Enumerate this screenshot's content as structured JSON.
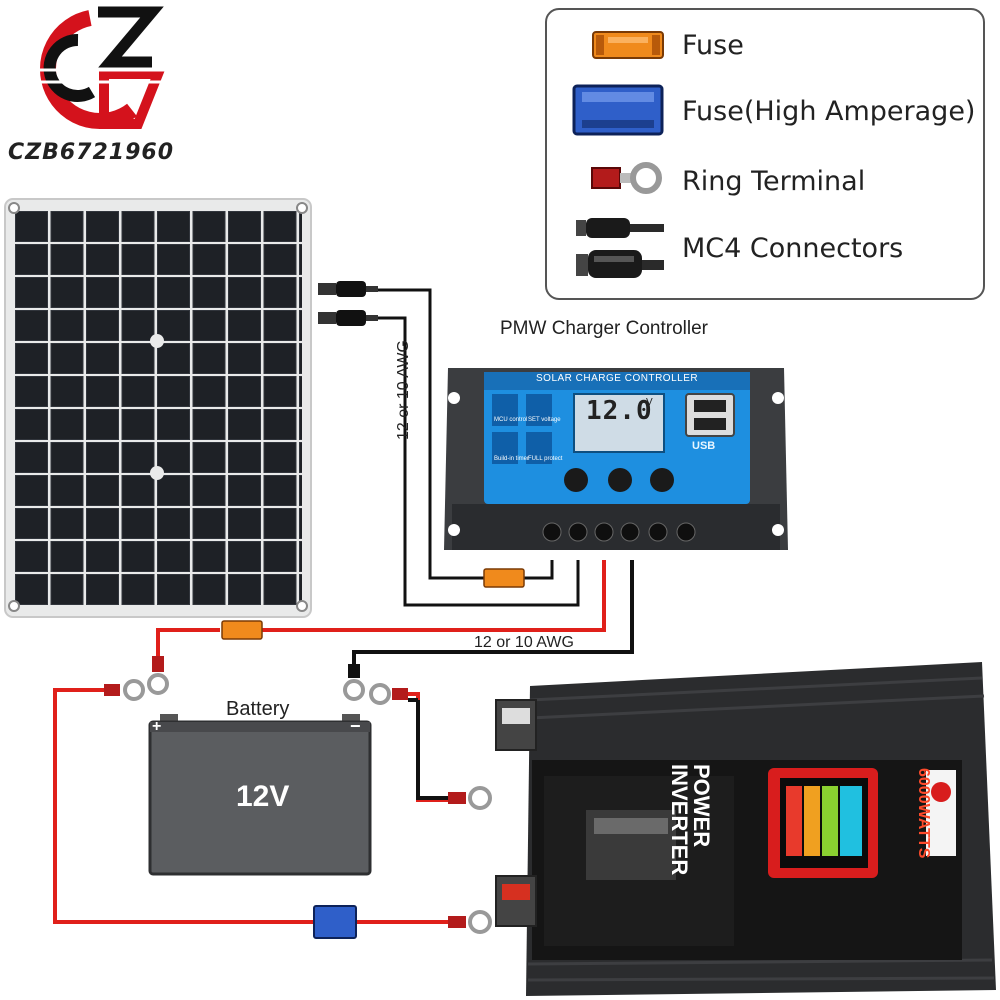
{
  "logo": {
    "brand_text": "CZB6721960",
    "icon": "czb-logo-icon"
  },
  "legend": {
    "items": [
      {
        "label": "Fuse",
        "icon": "fuse-icon",
        "color": "#f08a1c"
      },
      {
        "label": "Fuse(High Amperage)",
        "icon": "high-amperage-fuse-icon",
        "color": "#2f5fc9"
      },
      {
        "label": "Ring Terminal",
        "icon": "ring-terminal-icon",
        "color": "#b31b1b"
      },
      {
        "label": "MC4 Connectors",
        "icon": "mc4-connector-icon",
        "color": "#1a1a1a"
      }
    ]
  },
  "diagram": {
    "solar_panel": {
      "icon": "solar-panel-icon"
    },
    "controller": {
      "caption": "PMW Charger Controller",
      "panel_title": "SOLAR CHARGE CONTROLLER",
      "lcd_value": "12.0",
      "lcd_unit": "V",
      "icon_labels": [
        "MCU control",
        "SET voltage",
        "Build-in timer",
        "FULL protect"
      ],
      "usb_label": "USB"
    },
    "wire_gauge_vertical": "12 or 10 AWG",
    "wire_gauge_horizontal": "12 or 10 AWG",
    "battery": {
      "title": "Battery",
      "voltage": "12V",
      "plus": "+",
      "minus": "−"
    },
    "inverter": {
      "title_line1": "POWER",
      "title_line2": "INVERTER",
      "watts": "6000WATTS"
    },
    "colors": {
      "positive_wire": "#e0201a",
      "negative_wire": "#111111",
      "controller_blue": "#1e8fe0"
    }
  }
}
